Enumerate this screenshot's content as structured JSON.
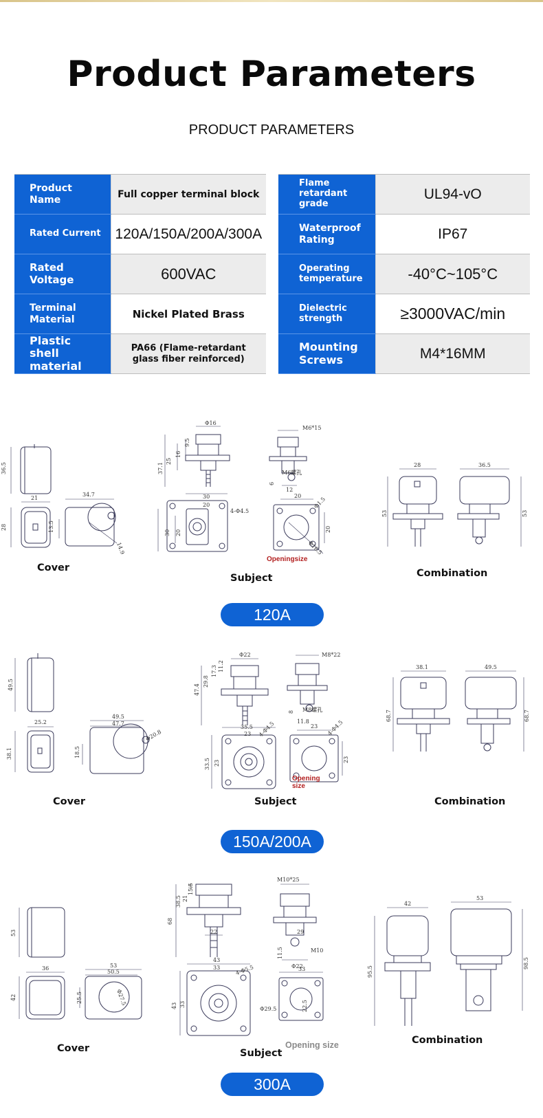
{
  "title": "Product Parameters",
  "subtitle": "PRODUCT PARAMETERS",
  "params_left": [
    {
      "label": "Product Name",
      "value": "Full copper terminal block"
    },
    {
      "label": "Rated Current",
      "value": "120A/150A/200A/300A"
    },
    {
      "label": "Rated Voltage",
      "value": "600VAC"
    },
    {
      "label": "Terminal Material",
      "value": "Nickel Plated Brass"
    },
    {
      "label": "Plastic shell material",
      "value": "PA66 (Flame-retardant glass fiber reinforced)"
    }
  ],
  "params_right": [
    {
      "label": "Flame retardant grade",
      "value": "UL94-vO"
    },
    {
      "label": "Waterproof Rating",
      "value": "IP67"
    },
    {
      "label": "Operating temperature",
      "value": "-40°C~105°C"
    },
    {
      "label": "Dielectric strength",
      "value": "≥3000VAC/min"
    },
    {
      "label": "Mounting Screws",
      "value": "M4*16MM"
    }
  ],
  "sections": [
    {
      "model": "120A",
      "captions": {
        "cover": "Cover",
        "subject": "Subject",
        "combination": "Combination",
        "opening": "Openingsize"
      },
      "dims": {
        "cover_h": "36.5",
        "cover_w": "21",
        "cover_h2": "28",
        "cover_side": "34.7",
        "cover_slot": "13.5",
        "cover_r": "14.9",
        "phi": "Φ16",
        "h1": "37.1",
        "h2": "25",
        "h3": "16",
        "h4": "9.5",
        "w1": "30",
        "w2": "20",
        "holes": "4-Φ4.5",
        "base_h1": "30",
        "base_h2": "20",
        "screw": "M6*15",
        "thread": "M6螺孔",
        "d6": "6",
        "d12": "12",
        "open_w": "20",
        "open_r": "Φ1.5",
        "open_h": "20",
        "open_d": "Φ16.5",
        "comb_w1": "28",
        "comb_w2": "36.5",
        "comb_h1": "53",
        "comb_h2": "53"
      }
    },
    {
      "model": "150A/200A",
      "captions": {
        "cover": "Cover",
        "subject": "Subject",
        "combination": "Combination",
        "opening": "Opening size"
      },
      "dims": {
        "cover_h": "49.5",
        "cover_w": "25.2",
        "cover_h2": "38.1",
        "cover_side1": "49.5",
        "cover_side2": "47.7",
        "cover_slot": "18.5",
        "cover_r": "Φ20.8",
        "phi": "Φ22",
        "h1": "47.4",
        "h2": "29.8",
        "h3": "17.3",
        "h4": "11.2",
        "w1": "35.5",
        "w2": "23",
        "holes": "4-Φ4.5",
        "base_h1": "33.5",
        "base_h2": "23",
        "screw": "M8*22",
        "thread": "M8螺孔",
        "d8": "8",
        "d11": "11.8",
        "open_w": "23",
        "open_r": "4-Φ4.5",
        "open_h": "23",
        "comb_w1": "38.1",
        "comb_w2": "49.5",
        "comb_h1": "68.7",
        "comb_h2": "68.7"
      }
    },
    {
      "model": "300A",
      "captions": {
        "cover": "Cover",
        "subject": "Subject",
        "combination": "Combination",
        "opening": "Opening size"
      },
      "dims": {
        "cover_h": "53",
        "cover_w": "36",
        "cover_h2": "42",
        "cover_side1": "53",
        "cover_side2": "50.5",
        "cover_slot": "25.5",
        "cover_r": "Φ27.5",
        "h0": "3",
        "h1": "68",
        "h2": "38.5",
        "h3": "21",
        "h4": "15.5",
        "w_top": "22",
        "w1": "43",
        "w2": "33",
        "holes": "4-Φ5.5",
        "base_h1": "43",
        "base_h2": "33",
        "screw": "M10*25",
        "d29": "29",
        "d11": "11.5",
        "m10": "M10",
        "d22": "Φ22",
        "open_w": "33",
        "open_d": "Φ29.5",
        "open_h": "22.5",
        "comb_w1": "42",
        "comb_w2": "53",
        "comb_h1": "95.5",
        "comb_h2": "98.5"
      }
    }
  ],
  "colors": {
    "accent": "#0f63d4",
    "line": "#3a3a5a",
    "opening": "#b32020"
  }
}
